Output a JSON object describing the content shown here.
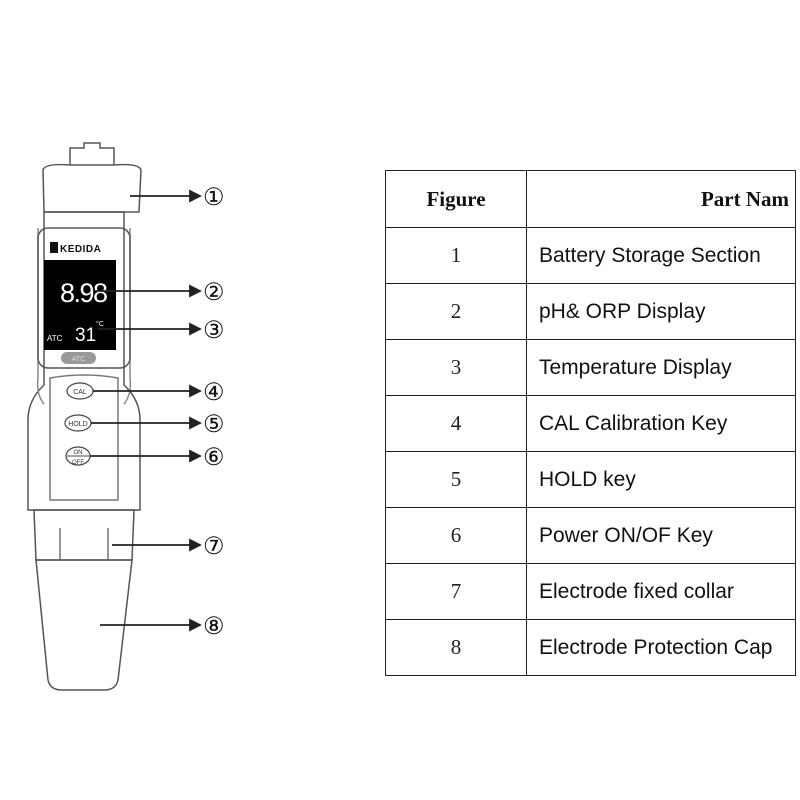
{
  "device": {
    "brand": "KEDIDA",
    "reading_main": "8.98",
    "temp_prefix": "ATC",
    "temp_value": "31",
    "temp_unit": "°C",
    "atc_badge": "ATC",
    "key_cal": "CAL",
    "key_hold": "HOLD",
    "key_on": "ON",
    "key_off": "OFF"
  },
  "callouts": [
    "①",
    "②",
    "③",
    "④",
    "⑤",
    "⑥",
    "⑦",
    "⑧"
  ],
  "table": {
    "headers": [
      "Figure",
      "Part Nam"
    ],
    "rows": [
      {
        "figure": "1",
        "part": "Battery Storage Section"
      },
      {
        "figure": "2",
        "part": "pH& ORP Display"
      },
      {
        "figure": "3",
        "part": "Temperature Display"
      },
      {
        "figure": "4",
        "part": "CAL Calibration Key"
      },
      {
        "figure": "5",
        "part": "HOLD key"
      },
      {
        "figure": "6",
        "part": "Power ON/OF Key"
      },
      {
        "figure": "7",
        "part": "Electrode fixed collar"
      },
      {
        "figure": "8",
        "part": "Electrode Protection Cap"
      }
    ]
  }
}
